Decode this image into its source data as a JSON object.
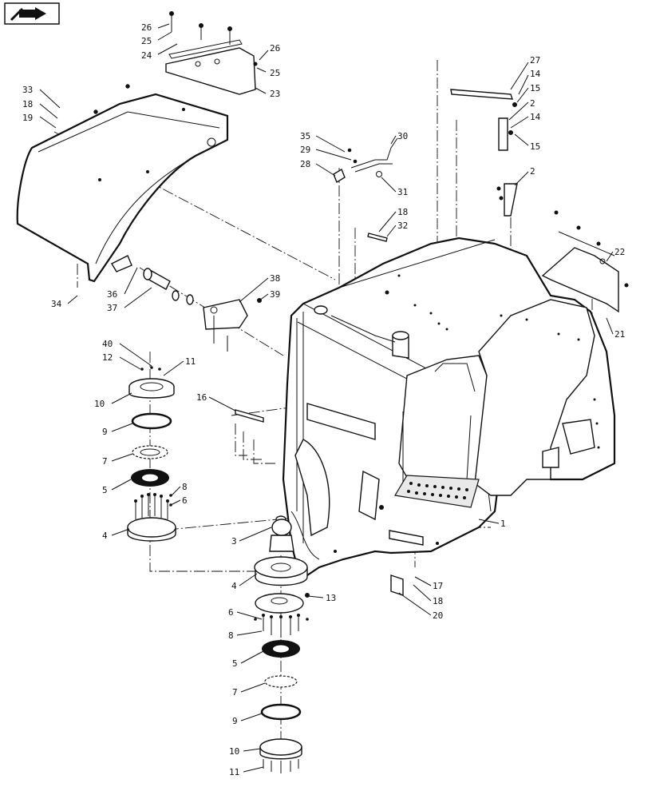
{
  "icon": {
    "name": "nav-arrow-icon"
  },
  "callouts": [
    {
      "id": "c26a",
      "text": "26"
    },
    {
      "id": "c25a",
      "text": "25"
    },
    {
      "id": "c24",
      "text": "24"
    },
    {
      "id": "c26b",
      "text": "26"
    },
    {
      "id": "c25b",
      "text": "25"
    },
    {
      "id": "c23",
      "text": "23"
    },
    {
      "id": "c33",
      "text": "33"
    },
    {
      "id": "c18a",
      "text": "18"
    },
    {
      "id": "c19",
      "text": "19"
    },
    {
      "id": "c27",
      "text": "27"
    },
    {
      "id": "c14a",
      "text": "14"
    },
    {
      "id": "c15a",
      "text": "15"
    },
    {
      "id": "c2a",
      "text": "2"
    },
    {
      "id": "c14b",
      "text": "14"
    },
    {
      "id": "c15b",
      "text": "15"
    },
    {
      "id": "c35",
      "text": "35"
    },
    {
      "id": "c30",
      "text": "30"
    },
    {
      "id": "c29",
      "text": "29"
    },
    {
      "id": "c28",
      "text": "28"
    },
    {
      "id": "c31",
      "text": "31"
    },
    {
      "id": "c2b",
      "text": "2"
    },
    {
      "id": "c18b",
      "text": "18"
    },
    {
      "id": "c32",
      "text": "32"
    },
    {
      "id": "c22",
      "text": "22"
    },
    {
      "id": "c38",
      "text": "38"
    },
    {
      "id": "c36",
      "text": "36"
    },
    {
      "id": "c39",
      "text": "39"
    },
    {
      "id": "c37",
      "text": "37"
    },
    {
      "id": "c34",
      "text": "34"
    },
    {
      "id": "c21",
      "text": "21"
    },
    {
      "id": "c40",
      "text": "40"
    },
    {
      "id": "c12",
      "text": "12"
    },
    {
      "id": "c11a",
      "text": "11"
    },
    {
      "id": "c10a",
      "text": "10"
    },
    {
      "id": "c16",
      "text": "16"
    },
    {
      "id": "c9a",
      "text": "9"
    },
    {
      "id": "c7a",
      "text": "7"
    },
    {
      "id": "c5a",
      "text": "5"
    },
    {
      "id": "c8a",
      "text": "8"
    },
    {
      "id": "c6a",
      "text": "6"
    },
    {
      "id": "c4a",
      "text": "4"
    },
    {
      "id": "c1",
      "text": "1"
    },
    {
      "id": "c3",
      "text": "3"
    },
    {
      "id": "c4b",
      "text": "4"
    },
    {
      "id": "c13",
      "text": "13"
    },
    {
      "id": "c17",
      "text": "17"
    },
    {
      "id": "c18c",
      "text": "18"
    },
    {
      "id": "c6b",
      "text": "6"
    },
    {
      "id": "c20",
      "text": "20"
    },
    {
      "id": "c8b",
      "text": "8"
    },
    {
      "id": "c5b",
      "text": "5"
    },
    {
      "id": "c7b",
      "text": "7"
    },
    {
      "id": "c9b",
      "text": "9"
    },
    {
      "id": "c10b",
      "text": "10"
    },
    {
      "id": "c11b",
      "text": "11"
    }
  ]
}
